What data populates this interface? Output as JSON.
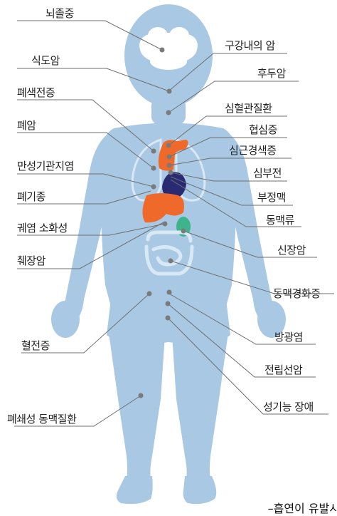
{
  "diagram": {
    "labels_left": [
      "뇌졸중",
      "식도암",
      "폐색전증",
      "폐암",
      "만성기관지염",
      "폐기종",
      "궤염 소화성",
      "췌장암",
      "혈전증",
      "폐쇄성 동맥질환"
    ],
    "labels_right": [
      "구강내의 암",
      "후두암",
      "심혈관질환",
      "협심증",
      "심근경색증",
      "심부전",
      "부정맥",
      "동맥류",
      "신장암",
      "동맥경화증",
      "방광염",
      "전립선암",
      "성기능 장애"
    ],
    "caption": "–흡연이 유발시"
  },
  "colors": {
    "body": "#a9c8e4",
    "organ_outline": "#d9e8f5",
    "heart_lung_orange": "#ef6a2a",
    "heart_navy": "#2a2a73",
    "kidney_green": "#3eb48c",
    "dot": "#7a7a7a",
    "line": "#6f6f6f"
  }
}
